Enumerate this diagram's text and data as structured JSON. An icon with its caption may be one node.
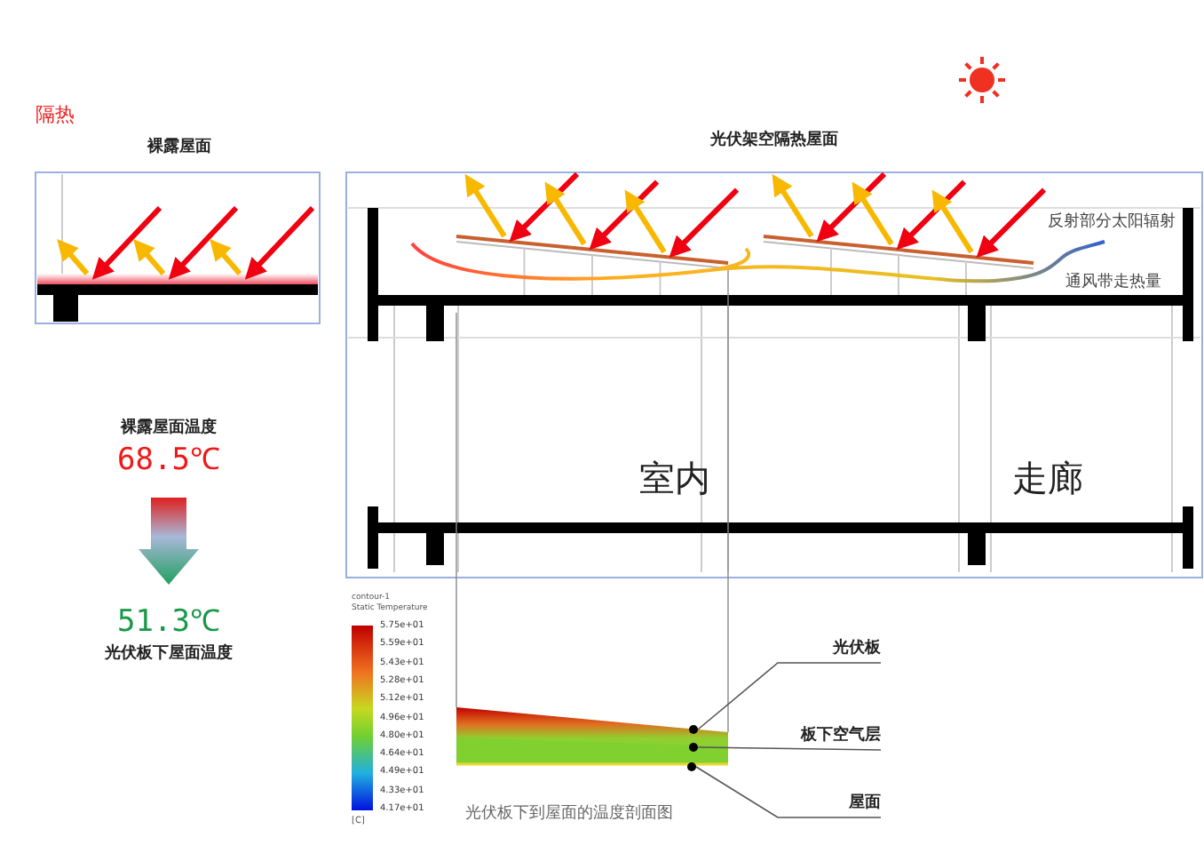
{
  "diagram": {
    "title": "隔热",
    "nodes": [
      {
        "text": [
          "裸露屋面"
        ]
      },
      {
        "text": [
          "光伏架空隔热屋面"
        ]
      },
      {
        "text": [
          "光伏板"
        ]
      },
      {
        "text": [],
        "shape": "circle"
      },
      {
        "text": [
          "板下空气层"
        ]
      },
      {
        "text": [],
        "shape": "circle"
      },
      {
        "text": [
          "屋面"
        ]
      },
      {
        "text": [],
        "shape": "circle"
      },
      {
        "text": [
          "裸露屋面温度",
          "68.5℃"
        ]
      },
      {
        "text": [
          "51.3℃",
          "光伏板下屋面温度"
        ]
      }
    ],
    "edges": [
      {
        "from": 2,
        "to": 3,
        "arrow": "none"
      },
      {
        "from": 4,
        "to": 5,
        "arrow": "none"
      },
      {
        "from": 6,
        "to": 7,
        "arrow": "none"
      },
      {
        "from": 8,
        "to": 9,
        "arrow": "to"
      }
    ],
    "labels": [
      "反射部分太阳辐射",
      "通风带走热量",
      "室内",
      "走廊",
      "contour-1",
      "Static Temperature",
      "5.75e+01",
      "5.59e+01",
      "5.43e+01",
      "5.28e+01",
      "5.12e+01",
      "4.96e+01",
      "4.80e+01",
      "4.64e+01",
      "4.49e+01",
      "4.33e+01",
      "4.17e+01",
      "[C]",
      "光伏板下到屋面的温度剖面图"
    ]
  }
}
